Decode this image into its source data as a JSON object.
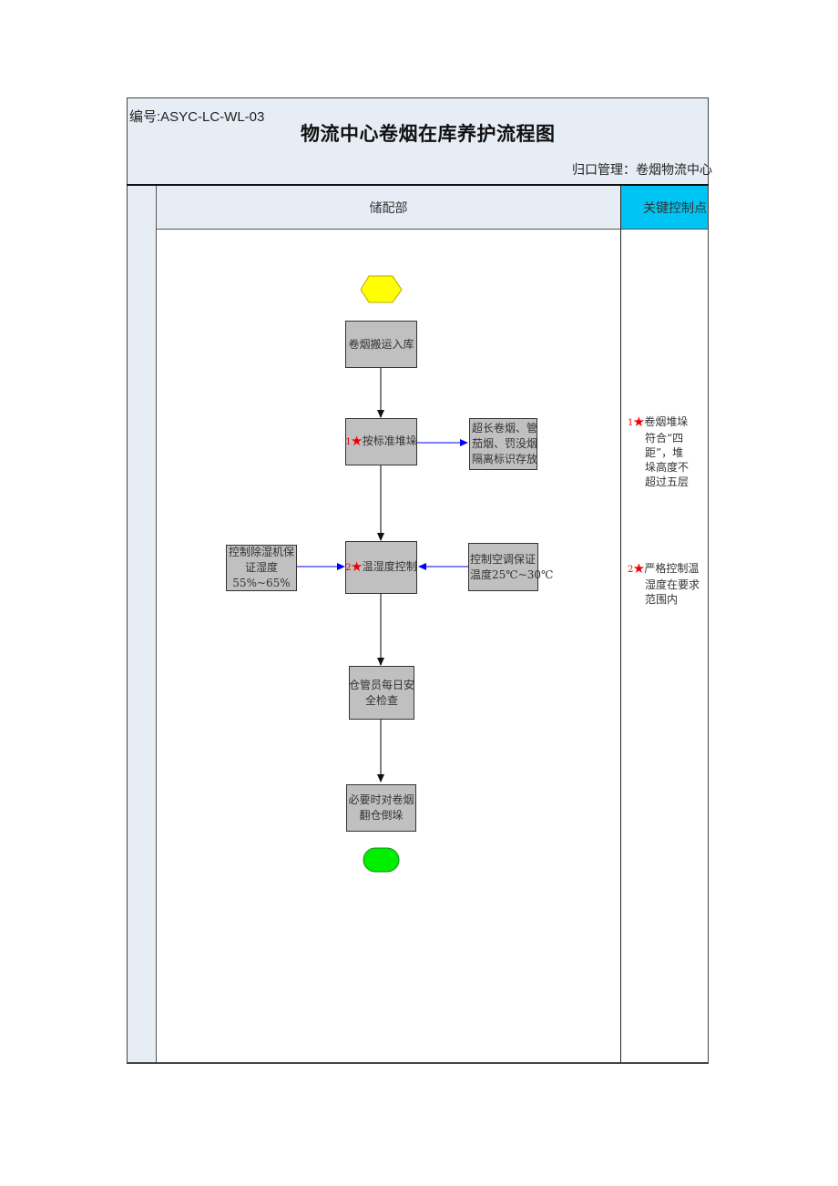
{
  "header": {
    "doc_number": "编号:ASYC-LC-WL-03",
    "title": "物流中心卷烟在库养护流程图",
    "owner": "归口管理：卷烟物流中心"
  },
  "lanes": {
    "department": "储配部",
    "key_control_points": "关键控制点"
  },
  "colors": {
    "header_bg": "#e7edf5",
    "kcp_header_bg": "#00c4f3",
    "start_shape": "#ffff00",
    "end_shape": "#00ee00",
    "process_box": "#c0c0c0",
    "side_arrow": "#0000ff",
    "marker": "#ee0000"
  },
  "flow": {
    "start": {
      "shape": "hexagon",
      "label": ""
    },
    "steps": [
      {
        "id": "s1",
        "lines": [
          "卷烟搬运入库"
        ],
        "marker": ""
      },
      {
        "id": "s2",
        "lines": [
          "按标准堆垛"
        ],
        "marker": "1",
        "star": "★"
      },
      {
        "id": "s3",
        "lines": [
          "温湿度控制"
        ],
        "marker": "2",
        "star": "★"
      },
      {
        "id": "s4",
        "lines": [
          "仓管员每日安",
          "全检查"
        ],
        "marker": ""
      },
      {
        "id": "s5",
        "lines": [
          "必要时对卷烟",
          "翻仓倒垛"
        ],
        "marker": ""
      }
    ],
    "side_inputs": [
      {
        "id": "side1",
        "target": "s2",
        "direction": "out-right",
        "lines": [
          "超长卷烟、管",
          "茄烟、罚没烟",
          "隔离标识存放"
        ]
      },
      {
        "id": "side2",
        "target": "s3",
        "direction": "in-left",
        "lines": [
          "控制除湿机保",
          "证湿度",
          "55%~65%"
        ]
      },
      {
        "id": "side3",
        "target": "s3",
        "direction": "in-right",
        "lines": [
          "控制空调保证",
          "温度25℃~30℃"
        ]
      }
    ],
    "end": {
      "shape": "terminator",
      "label": ""
    }
  },
  "key_points": [
    {
      "marker": "1",
      "star": "★",
      "first": "卷烟堆垛",
      "rest": [
        "符合“四",
        "距”，堆",
        "垛高度不",
        "超过五层"
      ]
    },
    {
      "marker": "2",
      "star": "★",
      "first": "严格控制温",
      "rest": [
        "湿度在要求",
        "范围内"
      ]
    }
  ]
}
